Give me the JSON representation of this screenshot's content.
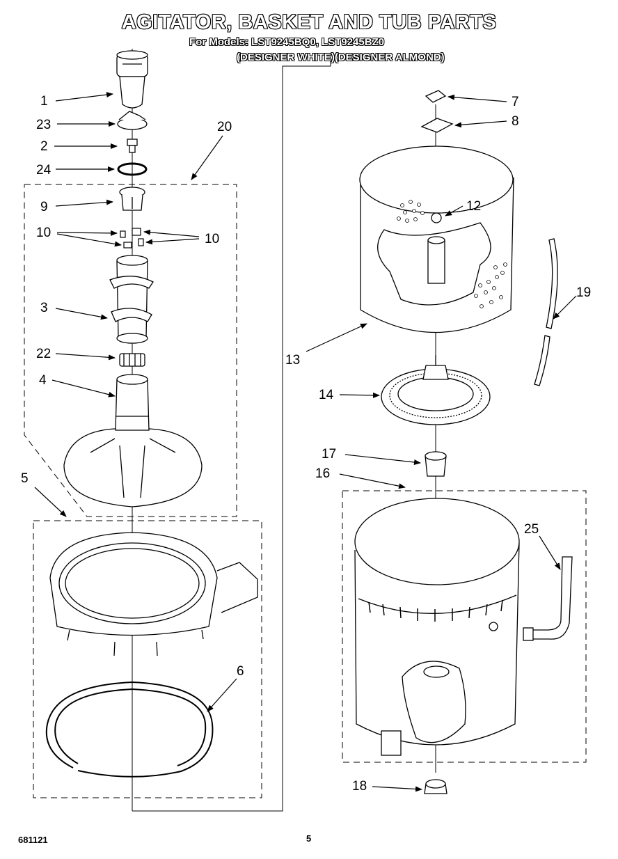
{
  "header": {
    "title": "AGITATOR, BASKET AND TUB PARTS",
    "models_line": "For Models: LST9245BQ0, LST9245BZ0",
    "variants_line": "(DESIGNER WHITE)(DESIGNER ALMOND)"
  },
  "callouts": {
    "c1": "1",
    "c23": "23",
    "c2": "2",
    "c24": "24",
    "c9": "9",
    "c10a": "10",
    "c10b": "10",
    "c3": "3",
    "c22": "22",
    "c4": "4",
    "c20": "20",
    "c5": "5",
    "c6": "6",
    "c7": "7",
    "c8": "8",
    "c12": "12",
    "c13": "13",
    "c19": "19",
    "c14": "14",
    "c17": "17",
    "c16": "16",
    "c25": "25",
    "c18": "18"
  },
  "footer": {
    "doc_number": "681121",
    "page_number": "5"
  }
}
